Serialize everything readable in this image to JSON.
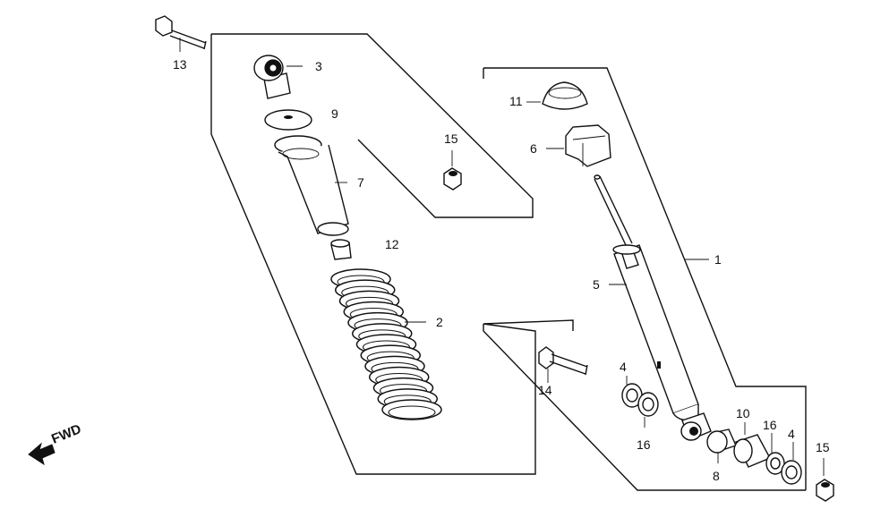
{
  "diagram": {
    "direction_label": "FWD",
    "callouts": {
      "c1": "1",
      "c2": "2",
      "c3": "3",
      "c4a": "4",
      "c4b": "4",
      "c5": "5",
      "c6": "6",
      "c7": "7",
      "c8": "8",
      "c9": "9",
      "c10": "10",
      "c11": "11",
      "c12": "12",
      "c13": "13",
      "c14": "14",
      "c15a": "15",
      "c15b": "15",
      "c16a": "16",
      "c16b": "16"
    }
  }
}
